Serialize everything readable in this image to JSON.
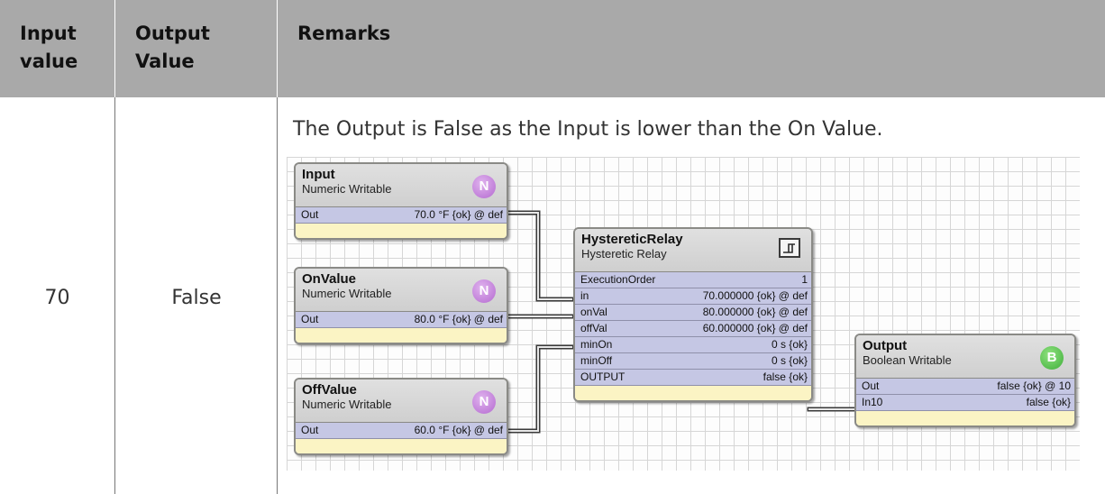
{
  "table": {
    "headers": {
      "input": [
        "Input",
        "value"
      ],
      "output": [
        "Output",
        "Value"
      ],
      "remarks": "Remarks"
    },
    "row": {
      "input_value": "70",
      "output_value": "False",
      "remark": "The Output is False as the Input is lower than the On Value."
    }
  },
  "diagram": {
    "input_block": {
      "title": "Input",
      "subtitle": "Numeric Writable",
      "badge": "N",
      "out_label": "Out",
      "out_value": "70.0 °F {ok} @ def"
    },
    "onvalue_block": {
      "title": "OnValue",
      "subtitle": "Numeric Writable",
      "badge": "N",
      "out_label": "Out",
      "out_value": "80.0 °F {ok} @ def"
    },
    "offvalue_block": {
      "title": "OffValue",
      "subtitle": "Numeric Writable",
      "badge": "N",
      "out_label": "Out",
      "out_value": "60.0 °F {ok} @ def"
    },
    "relay_block": {
      "title": "HystereticRelay",
      "subtitle": "Hysteretic Relay",
      "icon": "hysteresis-icon",
      "rows": [
        {
          "label": "ExecutionOrder",
          "value": "1"
        },
        {
          "label": "in",
          "value": "70.000000 {ok} @ def"
        },
        {
          "label": "onVal",
          "value": "80.000000 {ok} @ def"
        },
        {
          "label": "offVal",
          "value": "60.000000 {ok} @ def"
        },
        {
          "label": "minOn",
          "value": "0 s {ok}"
        },
        {
          "label": "minOff",
          "value": "0 s {ok}"
        },
        {
          "label": "OUTPUT",
          "value": "false {ok}"
        }
      ]
    },
    "output_block": {
      "title": "Output",
      "subtitle": "Boolean Writable",
      "badge": "B",
      "rows": [
        {
          "label": "Out",
          "value": "false {ok} @ 10"
        },
        {
          "label": "In10",
          "value": "false {ok}"
        }
      ]
    }
  },
  "colors": {
    "header_bg": "#a9a9a9",
    "slot_bg": "#c5c7e4",
    "footer_bg": "#fbf4c4",
    "numeric_badge": "#b46ad0",
    "boolean_badge": "#3fae3a"
  }
}
